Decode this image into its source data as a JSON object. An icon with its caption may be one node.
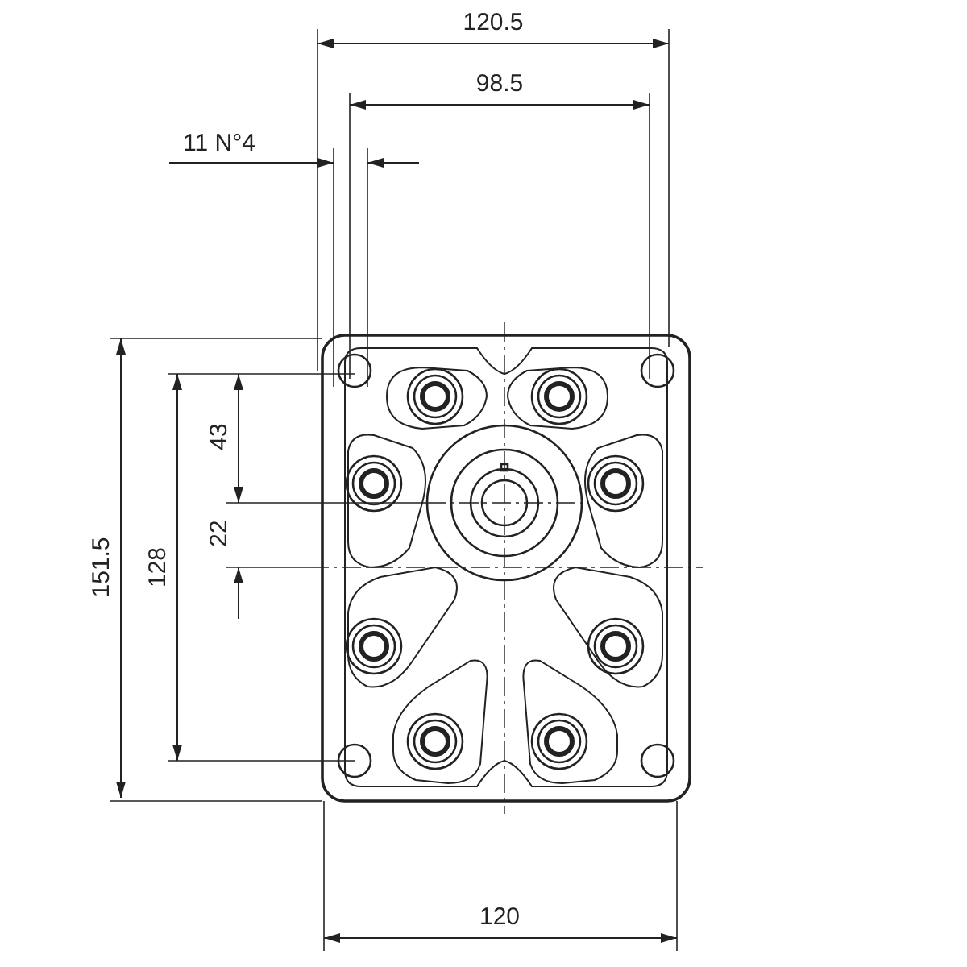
{
  "diagram": {
    "labels": [
      "120.5",
      "98.5",
      "11 N°4",
      "43",
      "22",
      "151.5",
      "128",
      "120"
    ]
  }
}
